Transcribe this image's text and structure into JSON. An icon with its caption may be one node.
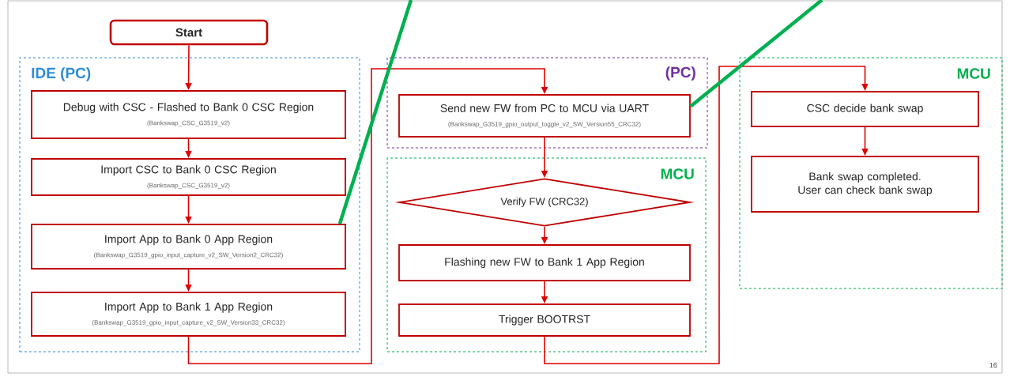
{
  "diagram": {
    "nodes": [
      {
        "text": [
          "Start"
        ]
      },
      {
        "text": [
          "IDE (PC)"
        ]
      },
      {
        "text": [
          "Debug with CSC - Flashed to Bank 0 CSC Region",
          "(Bankswap_CSC_G3519_v2)"
        ],
        "in": 1
      },
      {
        "text": [
          "Import CSC to Bank 0 CSC Region",
          "(Bankswap_CSC_G3519_v2)"
        ],
        "in": 1
      },
      {
        "text": [
          "Import App to Bank 0 App Region",
          "(Bankswap_G3519_gpio_input_capture_v2_SW_Version2_CRC32)"
        ],
        "in": 1
      },
      {
        "text": [
          "Import App to Bank 1 App Region",
          "(Bankswap_G3519_gpio_input_capture_v2_SW_Version33_CRC32)"
        ],
        "in": 1
      },
      {
        "text": [
          "(PC)"
        ]
      },
      {
        "text": [
          "Send new FW from PC to MCU via UART",
          "(Bankswap_G3519_gpio_output_toggle_v2_SW_Version55_CRC32)"
        ],
        "in": 6
      },
      {
        "text": [
          "MCU"
        ]
      },
      {
        "text": [
          "Verify FW (CRC32)"
        ],
        "in": 8
      },
      {
        "text": [
          "Flashing new FW to Bank 1 App Region"
        ],
        "in": 8
      },
      {
        "text": [
          "Trigger BOOTRST"
        ],
        "in": 8
      },
      {
        "text": [
          "MCU"
        ]
      },
      {
        "text": [
          "CSC decide bank swap"
        ],
        "in": 12
      },
      {
        "text": [
          "Bank swap completed. User can check bank swap"
        ],
        "in": 12
      }
    ],
    "edges": [
      {
        "from": 0,
        "to": 2,
        "arrow": "to"
      },
      {
        "from": 2,
        "to": 3,
        "arrow": "to"
      },
      {
        "from": 3,
        "to": 4,
        "arrow": "to"
      },
      {
        "from": 4,
        "to": 5,
        "arrow": "to"
      },
      {
        "from": 5,
        "to": 7,
        "arrow": "to"
      },
      {
        "from": 7,
        "to": 9,
        "arrow": "to"
      },
      {
        "from": 9,
        "to": 10,
        "arrow": "to"
      },
      {
        "from": 10,
        "to": 11,
        "arrow": "to"
      },
      {
        "from": 11,
        "to": 13,
        "arrow": "to"
      },
      {
        "from": 13,
        "to": 14,
        "arrow": "to"
      },
      {
        "from": null,
        "to": 4,
        "arrow": "none",
        "style": "thick",
        "color": "#00b050"
      },
      {
        "from": null,
        "to": 7,
        "arrow": "none",
        "style": "thick",
        "color": "#00b050"
      }
    ],
    "labels": [
      "16"
    ]
  }
}
